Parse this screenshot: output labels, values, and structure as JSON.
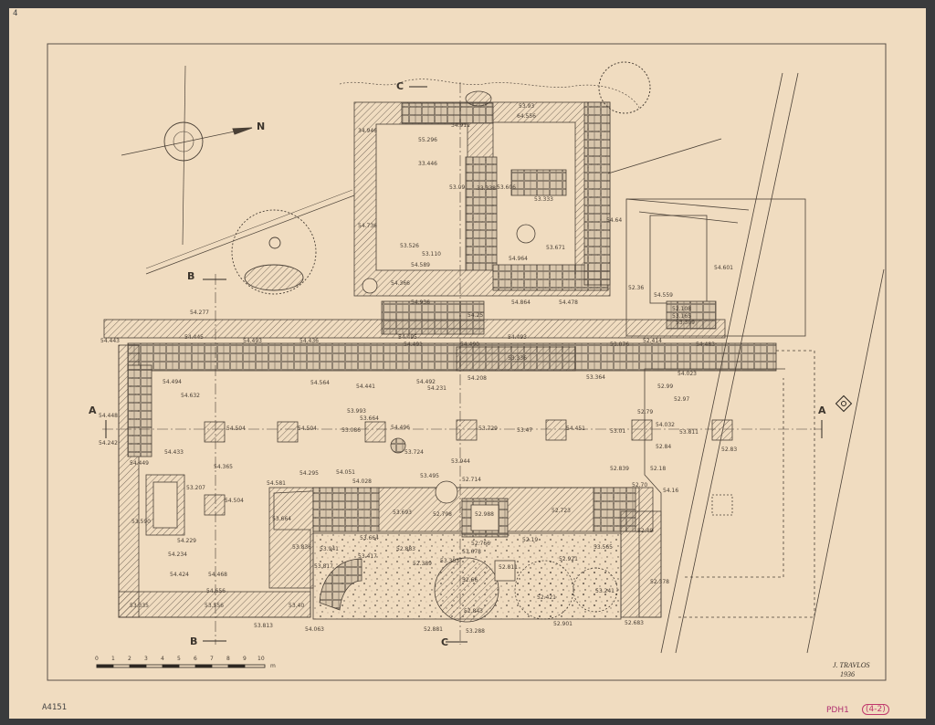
{
  "sheet": {
    "signature": "J. TRAVLOS",
    "date": "1936",
    "accession": "A4151",
    "stamp_code": "PDH1",
    "stamp_number": "(4-2)",
    "corner_mark": "4"
  },
  "sections": {
    "a_left": "A",
    "a_right": "A",
    "b_top": "B",
    "b_bottom": "B",
    "c_top": "C",
    "c_bottom": "C"
  },
  "compass": {
    "north": "N"
  },
  "scale": {
    "ticks": [
      "0",
      "1",
      "2",
      "3",
      "4",
      "5",
      "6",
      "7",
      "8",
      "9",
      "10"
    ],
    "unit": "m"
  },
  "elevations": [
    {
      "id": "e1",
      "text": "53.93"
    },
    {
      "id": "e2",
      "text": "34.911"
    },
    {
      "id": "e3",
      "text": "64.556"
    },
    {
      "id": "e4",
      "text": "34.946"
    },
    {
      "id": "e5",
      "text": "55.296"
    },
    {
      "id": "e6",
      "text": "33.446"
    },
    {
      "id": "e7",
      "text": "53.09"
    },
    {
      "id": "e8",
      "text": "33.338"
    },
    {
      "id": "e9",
      "text": "53.606"
    },
    {
      "id": "e10",
      "text": "53.333"
    },
    {
      "id": "e11",
      "text": "54.736"
    },
    {
      "id": "e12",
      "text": "53.526"
    },
    {
      "id": "e13",
      "text": "53.110"
    },
    {
      "id": "e14",
      "text": "54.589"
    },
    {
      "id": "e15",
      "text": "54.964"
    },
    {
      "id": "e16",
      "text": "53.671"
    },
    {
      "id": "e17",
      "text": "54.64"
    },
    {
      "id": "e18",
      "text": "54.366"
    },
    {
      "id": "e19",
      "text": "54.936"
    },
    {
      "id": "e20",
      "text": "54.864"
    },
    {
      "id": "e21",
      "text": "54.478"
    },
    {
      "id": "e22",
      "text": "54.25"
    },
    {
      "id": "e23",
      "text": "52.36"
    },
    {
      "id": "e24",
      "text": "54.559"
    },
    {
      "id": "e25",
      "text": "54.601"
    },
    {
      "id": "e26",
      "text": "52.108"
    },
    {
      "id": "e27",
      "text": "53.165"
    },
    {
      "id": "e28",
      "text": "53.309"
    },
    {
      "id": "e29",
      "text": "52.414"
    },
    {
      "id": "e30",
      "text": "54.443"
    },
    {
      "id": "e31",
      "text": "54.436"
    },
    {
      "id": "e32",
      "text": "54.495"
    },
    {
      "id": "e33",
      "text": "54.491"
    },
    {
      "id": "e34",
      "text": "54.490"
    },
    {
      "id": "e35",
      "text": "54.493"
    },
    {
      "id": "e36",
      "text": "54.445"
    },
    {
      "id": "e37",
      "text": "54.493"
    },
    {
      "id": "e38",
      "text": "53.076"
    },
    {
      "id": "e39",
      "text": "54.483"
    },
    {
      "id": "e40",
      "text": "53.336"
    },
    {
      "id": "e41",
      "text": "54.023"
    },
    {
      "id": "e42",
      "text": "54.494"
    },
    {
      "id": "e43",
      "text": "54.632"
    },
    {
      "id": "e44",
      "text": "54.564"
    },
    {
      "id": "e45",
      "text": "54.492"
    },
    {
      "id": "e46",
      "text": "54.231"
    },
    {
      "id": "e47",
      "text": "54.208"
    },
    {
      "id": "e48",
      "text": "54.441"
    },
    {
      "id": "e49",
      "text": "53.364"
    },
    {
      "id": "e50",
      "text": "52.99"
    },
    {
      "id": "e51",
      "text": "52.97"
    },
    {
      "id": "e52",
      "text": "54.448"
    },
    {
      "id": "e53",
      "text": "54.504"
    },
    {
      "id": "e54",
      "text": "54.504"
    },
    {
      "id": "e55",
      "text": "53.993"
    },
    {
      "id": "e56",
      "text": "53.664"
    },
    {
      "id": "e57",
      "text": "53.086"
    },
    {
      "id": "e58",
      "text": "54.496"
    },
    {
      "id": "e59",
      "text": "53.724"
    },
    {
      "id": "e60",
      "text": "53.729"
    },
    {
      "id": "e61",
      "text": "53.47"
    },
    {
      "id": "e62",
      "text": "54.451"
    },
    {
      "id": "e63",
      "text": "53.01"
    },
    {
      "id": "e64",
      "text": "54.032"
    },
    {
      "id": "e65",
      "text": "53.811"
    },
    {
      "id": "e66",
      "text": "52.79"
    },
    {
      "id": "e67",
      "text": "52.84"
    },
    {
      "id": "e68",
      "text": "52.83"
    },
    {
      "id": "e69",
      "text": "54.242"
    },
    {
      "id": "e70",
      "text": "54.433"
    },
    {
      "id": "e71",
      "text": "54.365"
    },
    {
      "id": "e72",
      "text": "53.944"
    },
    {
      "id": "e73",
      "text": "52.839"
    },
    {
      "id": "e74",
      "text": "52.18"
    },
    {
      "id": "e75",
      "text": "54.449"
    },
    {
      "id": "e76",
      "text": "54.581"
    },
    {
      "id": "e77",
      "text": "54.295"
    },
    {
      "id": "e78",
      "text": "54.051"
    },
    {
      "id": "e79",
      "text": "54.028"
    },
    {
      "id": "e80",
      "text": "53.495"
    },
    {
      "id": "e81",
      "text": "52.714"
    },
    {
      "id": "e82",
      "text": "52.70"
    },
    {
      "id": "e83",
      "text": "54.16"
    },
    {
      "id": "e84",
      "text": "53.207"
    },
    {
      "id": "e85",
      "text": "54.504"
    },
    {
      "id": "e86",
      "text": "53.693"
    },
    {
      "id": "e87",
      "text": "52.798"
    },
    {
      "id": "e88",
      "text": "52.988"
    },
    {
      "id": "e89",
      "text": "52.723"
    },
    {
      "id": "e90",
      "text": "52.49"
    },
    {
      "id": "e91",
      "text": "53.590"
    },
    {
      "id": "e92",
      "text": "53.664"
    },
    {
      "id": "e93",
      "text": "53.664"
    },
    {
      "id": "e94",
      "text": "54.229"
    },
    {
      "id": "e95",
      "text": "53.836"
    },
    {
      "id": "e96",
      "text": "52.766"
    },
    {
      "id": "e97",
      "text": "52.19"
    },
    {
      "id": "e98",
      "text": "54.234"
    },
    {
      "id": "e99",
      "text": "53.941"
    },
    {
      "id": "e100",
      "text": "52.883"
    },
    {
      "id": "e101",
      "text": "53.678"
    },
    {
      "id": "e102",
      "text": "53.565"
    },
    {
      "id": "e103",
      "text": "53.417"
    },
    {
      "id": "e104",
      "text": "53.817"
    },
    {
      "id": "e105",
      "text": "53.383"
    },
    {
      "id": "e106",
      "text": "52.389"
    },
    {
      "id": "e107",
      "text": "52.921"
    },
    {
      "id": "e108",
      "text": "54.424"
    },
    {
      "id": "e109",
      "text": "54.468"
    },
    {
      "id": "e110",
      "text": "54.656"
    },
    {
      "id": "e111",
      "text": "52.66"
    },
    {
      "id": "e112",
      "text": "52.811"
    },
    {
      "id": "e113",
      "text": "52.378"
    },
    {
      "id": "e114",
      "text": "53.556"
    },
    {
      "id": "e115",
      "text": "53.335"
    },
    {
      "id": "e116",
      "text": "53.40"
    },
    {
      "id": "e117",
      "text": "52.843"
    },
    {
      "id": "e118",
      "text": "52.421"
    },
    {
      "id": "e119",
      "text": "53.241"
    },
    {
      "id": "e120",
      "text": "53.813"
    },
    {
      "id": "e121",
      "text": "54.063"
    },
    {
      "id": "e122",
      "text": "52.881"
    },
    {
      "id": "e123",
      "text": "53.288"
    },
    {
      "id": "e124",
      "text": "52.901"
    },
    {
      "id": "e125",
      "text": "52.683"
    },
    {
      "id": "e126",
      "text": "54.277"
    }
  ]
}
